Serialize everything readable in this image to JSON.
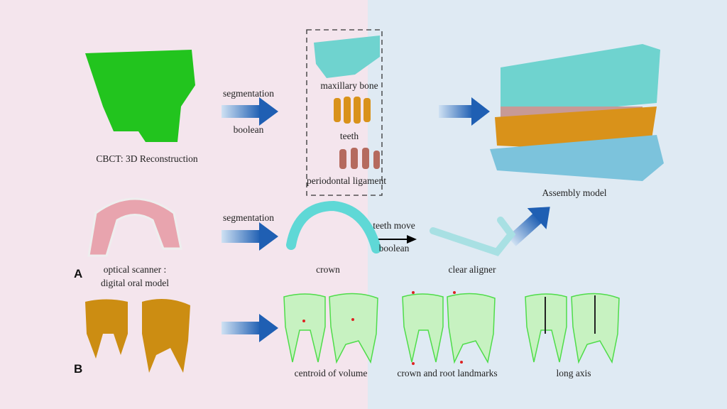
{
  "panel_labels": {
    "a": "A",
    "b": "B"
  },
  "row1": {
    "source": "CBCT: 3D Reconstruction",
    "step_top": "segmentation",
    "step_bottom": "boolean",
    "parts": [
      "maxillary bone",
      "teeth",
      "periodontal ligament"
    ],
    "result": "Assembly model"
  },
  "row2": {
    "source_line1": "optical scanner :",
    "source_line2": "digital oral model",
    "step": "segmentation",
    "crown": "crown",
    "move_top": "teeth move",
    "move_bottom": "boolean",
    "aligner": "clear aligner"
  },
  "row3": {
    "labels": [
      "centroid of volume",
      "crown and root landmarks",
      "long axis"
    ]
  },
  "colors": {
    "bg_left": "#f4e5ed",
    "bg_right": "#dfeaf3",
    "bone_green": "#22c41e",
    "maxilla": "#6fd3cf",
    "tooth": "#d9921a",
    "ligament": "#b56a5e",
    "aligner": "#9fdde0",
    "mesh": "#5ee05a",
    "arrow": "#1f5fb3"
  }
}
